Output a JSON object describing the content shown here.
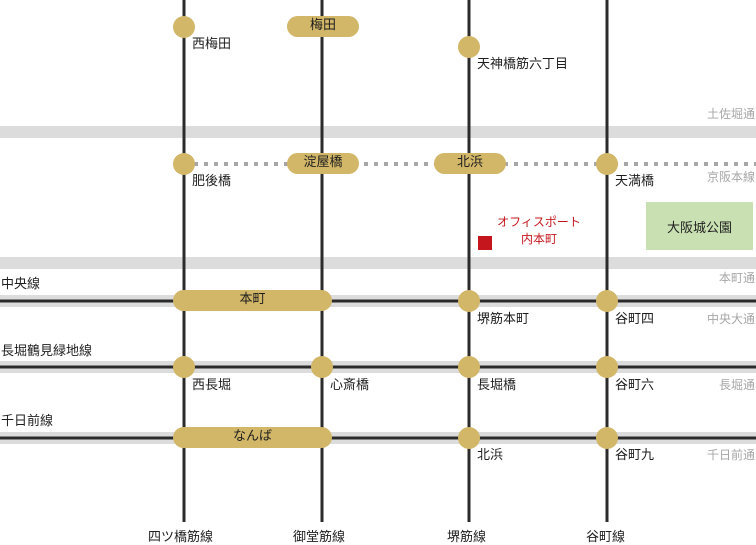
{
  "colors": {
    "line": "#2b2b2b",
    "station": "#d2b768",
    "street_band": "#dcdcdc",
    "keihan_dots": "#a6a6a6",
    "office": "#c4161c",
    "park": "#c9e0b2",
    "street_text": "#a6a6a6"
  },
  "vertical_lines": {
    "yotsubashi": "四ツ橋筋線",
    "midosuji": "御堂筋線",
    "sakaisuji": "堺筋線",
    "tanimachi": "谷町線"
  },
  "horizontal_lines": {
    "chuo": "中央線",
    "nagahori": "長堀鶴見緑地線",
    "sennichimae": "千日前線"
  },
  "streets": {
    "tosabori": "土佐堀通",
    "keihan": "京阪本線",
    "honmachi": "本町通",
    "chuo_odori": "中央大通",
    "nagahori_dori": "長堀通",
    "sennichimae_dori": "千日前通"
  },
  "stations": {
    "nishi_umeda": "西梅田",
    "umeda": "梅田",
    "tenjinbashi": "天神橋筋六丁目",
    "higobashi": "肥後橋",
    "yodoyabashi": "淀屋橋",
    "kitahama_top": "北浜",
    "tenmabashi": "天満橋",
    "honmachi": "本町",
    "sakaisuji_honmachi": "堺筋本町",
    "tanimachi_4": "谷町四",
    "nishi_nagahori": "西長堀",
    "shinsaibashi": "心斎橋",
    "nagahoribashi": "長堀橋",
    "tanimachi_6": "谷町六",
    "namba": "なんば",
    "kitahama_bottom": "北浜",
    "tanimachi_9": "谷町九"
  },
  "landmarks": {
    "office_line1": "オフィスポート",
    "office_line2": "内本町",
    "park": "大阪城公園"
  }
}
